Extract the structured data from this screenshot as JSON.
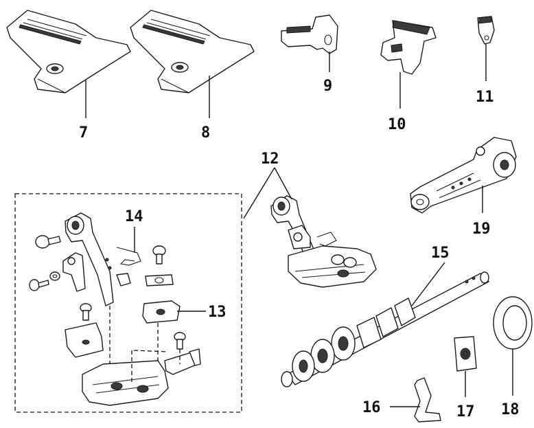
{
  "callouts": {
    "n7": "7",
    "n8": "8",
    "n9": "9",
    "n10": "10",
    "n11": "11",
    "n12": "12",
    "n13": "13",
    "n14": "14",
    "n15": "15",
    "n16": "16",
    "n17": "17",
    "n18": "18",
    "n19": "19"
  },
  "colors": {
    "line": "#1a1a1a",
    "background": "#ffffff"
  }
}
